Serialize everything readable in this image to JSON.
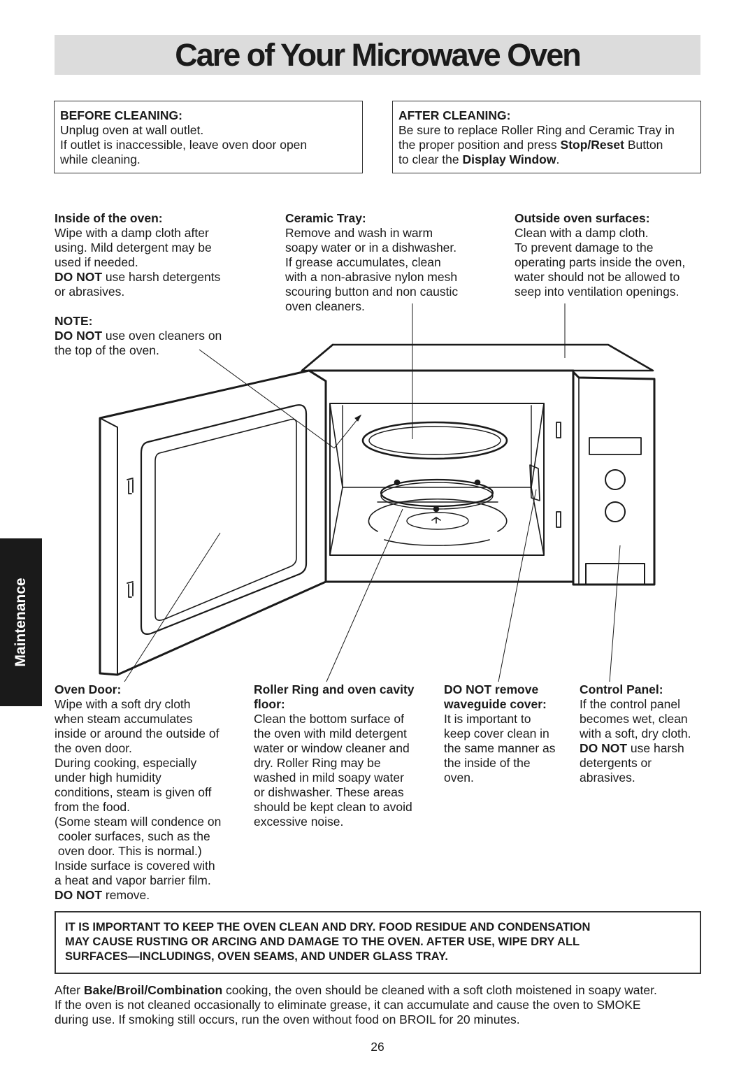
{
  "title": "Care of Your Microwave Oven",
  "side_tab": "Maintenance",
  "before_cleaning": {
    "heading": "BEFORE CLEANING:",
    "lines": [
      "Unplug oven at wall outlet.",
      "If outlet is inaccessible, leave oven door open",
      "while cleaning."
    ]
  },
  "after_cleaning": {
    "heading": "AFTER CLEANING:",
    "line1": "Be sure to replace Roller Ring and Ceramic Tray in",
    "line2_a": "the proper position and press ",
    "line2_b": "Stop/Reset",
    "line2_c": " Button",
    "line3_a": "to clear the ",
    "line3_b": "Display Window",
    "line3_c": "."
  },
  "inside_oven": {
    "heading": "Inside of the oven:",
    "lines": [
      "Wipe with a damp cloth after",
      "using. Mild detergent may be",
      "used if needed."
    ],
    "warn_bold": "DO NOT",
    "warn_rest": " use harsh detergents",
    "warn_line2": "or abrasives."
  },
  "note": {
    "heading": "NOTE:",
    "bold": "DO NOT",
    "rest": " use oven cleaners on",
    "line2": "the top of the oven."
  },
  "ceramic_tray": {
    "heading": "Ceramic Tray:",
    "lines": [
      "Remove and wash in warm",
      "soapy water or in a dishwasher.",
      "If grease accumulates, clean",
      "with a non-abrasive nylon mesh",
      "scouring button and non caustic",
      "oven cleaners."
    ]
  },
  "outside_surfaces": {
    "heading": "Outside oven surfaces:",
    "lines": [
      "Clean with a damp cloth.",
      "To prevent damage to the",
      "operating parts inside the oven,",
      "water should not be allowed to",
      "seep into ventilation openings."
    ]
  },
  "oven_door": {
    "heading": "Oven Door:",
    "lines": [
      "Wipe with a soft dry cloth",
      "when steam accumulates",
      "inside or around the outside of",
      "the oven door.",
      "During cooking, especially",
      "under high humidity",
      "conditions, steam is given off",
      "from the food.",
      "(Some steam will condence on",
      " cooler surfaces, such as the",
      " oven door. This is normal.)",
      "Inside surface is covered with",
      "a heat and vapor barrier film."
    ],
    "warn_bold": "DO NOT",
    "warn_rest": " remove."
  },
  "roller_ring": {
    "heading1": "Roller Ring and oven cavity",
    "heading2": "floor:",
    "lines": [
      "Clean the bottom surface of",
      "the oven with mild detergent",
      "water or window cleaner and",
      "dry. Roller Ring may be",
      "washed in mild soapy water",
      "or dishwasher. These areas",
      "should be kept clean to avoid",
      "excessive noise."
    ]
  },
  "waveguide": {
    "heading1": "DO NOT remove",
    "heading2": "waveguide cover:",
    "lines": [
      "It is important to",
      "keep cover clean in",
      "the same manner as",
      "the inside of the",
      "oven."
    ]
  },
  "control_panel": {
    "heading": "Control Panel:",
    "lines": [
      "If the control panel",
      "becomes wet, clean",
      "with a soft, dry cloth."
    ],
    "warn_bold": "DO NOT",
    "warn_rest": " use harsh",
    "lines2": [
      "detergents or",
      "abrasives."
    ]
  },
  "important_box": {
    "lines": [
      "IT IS IMPORTANT TO KEEP THE OVEN CLEAN AND DRY. FOOD RESIDUE AND CONDENSATION",
      "MAY CAUSE RUSTING OR ARCING AND DAMAGE TO THE OVEN. AFTER USE, WIPE DRY ALL",
      "SURFACES—INCLUDINGS, OVEN SEAMS, AND UNDER GLASS TRAY."
    ]
  },
  "after_bake": {
    "a": "After ",
    "b": "Bake/Broil/Combination",
    "c": " cooking, the oven should be cleaned with a soft cloth moistened in soapy water.",
    "line2": "If the oven is not cleaned occasionally to eliminate grease, it can accumulate and cause the oven to SMOKE",
    "line3": "during use. If smoking still occurs, run the oven without food on BROIL for 20 minutes."
  },
  "page_number": "26"
}
